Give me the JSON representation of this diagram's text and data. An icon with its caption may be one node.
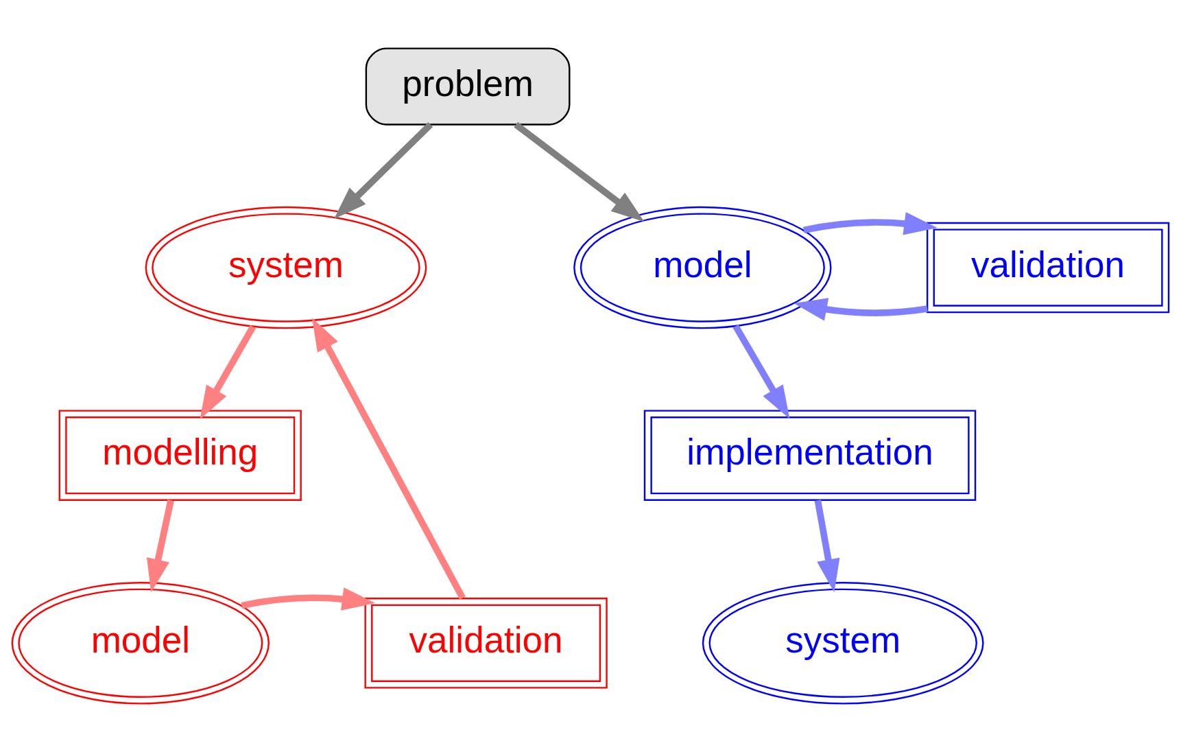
{
  "diagram": {
    "nodes": [
      {
        "text": [
          "problem"
        ]
      },
      {
        "text": [
          "system"
        ]
      },
      {
        "text": [
          "model"
        ]
      },
      {
        "text": [
          "validation"
        ]
      },
      {
        "text": [
          "modelling"
        ]
      },
      {
        "text": [
          "implementation"
        ]
      },
      {
        "text": [
          "validation"
        ]
      },
      {
        "text": [
          "model"
        ]
      },
      {
        "text": [
          "system"
        ]
      }
    ],
    "edges": [
      {
        "from": 0,
        "to": 1,
        "arrow": "to",
        "color": "#808080"
      },
      {
        "from": 0,
        "to": 2,
        "arrow": "to",
        "color": "#808080"
      },
      {
        "from": 1,
        "to": 4,
        "arrow": "to",
        "color": "#ff8080"
      },
      {
        "from": 4,
        "to": 7,
        "arrow": "to",
        "color": "#ff8080"
      },
      {
        "from": 7,
        "to": 6,
        "arrow": "to",
        "color": "#ff8080"
      },
      {
        "from": 6,
        "to": 1,
        "arrow": "to",
        "color": "#ff8080"
      },
      {
        "from": 2,
        "to": 5,
        "arrow": "to",
        "color": "#8080ff"
      },
      {
        "from": 5,
        "to": 8,
        "arrow": "to",
        "color": "#8080ff"
      },
      {
        "from": 3,
        "to": 2,
        "arrow": "to",
        "color": "#8080ff"
      },
      {
        "from": 2,
        "to": 3,
        "arrow": "to",
        "color": "#8080ff"
      }
    ]
  }
}
